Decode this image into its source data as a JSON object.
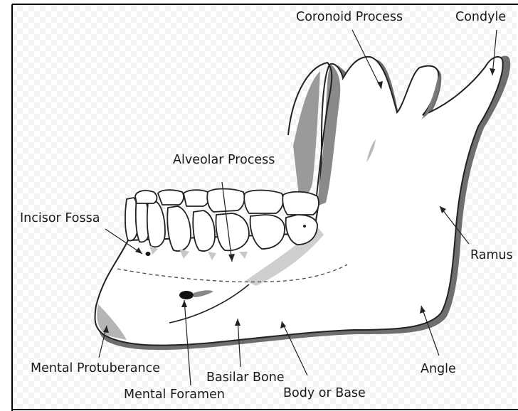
{
  "diagram": {
    "labels": {
      "coronoid_process": "Coronoid Process",
      "condyle": "Condyle",
      "alveolar_process": "Alveolar Process",
      "incisor_fossa": "Incisor Fossa",
      "ramus": "Ramus",
      "mental_protuberance": "Mental Protuberance",
      "basilar_bone": "Basilar Bone",
      "angle": "Angle",
      "mental_foramen": "Mental Foramen",
      "body_or_base": "Body or Base"
    },
    "colors": {
      "outline": "#222222",
      "bone_fill": "#ffffff",
      "shade_light": "#cfcfcf",
      "shade_dark": "#6e6e6e",
      "frame_border": "#000000"
    }
  }
}
